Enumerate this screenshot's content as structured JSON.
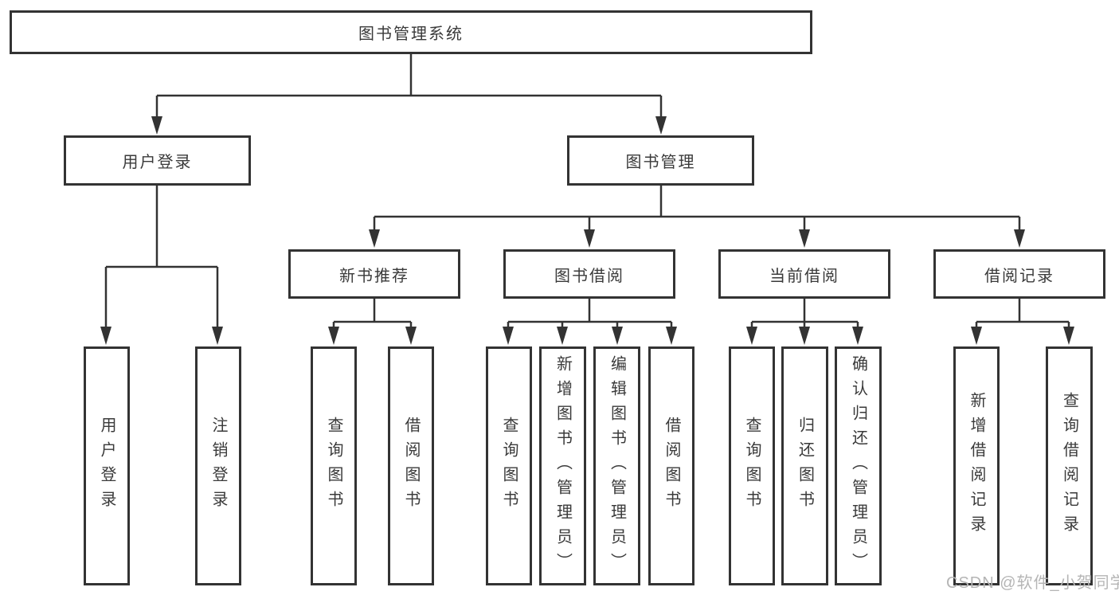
{
  "diagram": {
    "title": "图书管理系统",
    "type": "hierarchy-tree",
    "tree": {
      "root": {
        "label": "图书管理系统"
      },
      "branches": [
        {
          "label": "用户登录",
          "children": [
            {
              "label": "用户登录"
            },
            {
              "label": "注销登录"
            }
          ]
        },
        {
          "label": "图书管理",
          "children": [
            {
              "label": "新书推荐",
              "children": [
                {
                  "label": "查询图书"
                },
                {
                  "label": "借阅图书"
                }
              ]
            },
            {
              "label": "图书借阅",
              "children": [
                {
                  "label": "查询图书"
                },
                {
                  "label": "新增图书（管理员）"
                },
                {
                  "label": "编辑图书（管理员）"
                },
                {
                  "label": "借阅图书"
                }
              ]
            },
            {
              "label": "当前借阅",
              "children": [
                {
                  "label": "查询图书"
                },
                {
                  "label": "归还图书"
                },
                {
                  "label": "确认归还（管理员）"
                }
              ]
            },
            {
              "label": "借阅记录",
              "children": [
                {
                  "label": "新增借阅记录"
                },
                {
                  "label": "查询借阅记录"
                }
              ]
            }
          ]
        }
      ]
    },
    "watermark": "CSDN @软件_小贺同学",
    "colors": {
      "line": "#333333",
      "text": "#3a3a3a",
      "box_fill": "#ffffff",
      "background": "#ffffff",
      "watermark": "#b5b5b5"
    }
  }
}
